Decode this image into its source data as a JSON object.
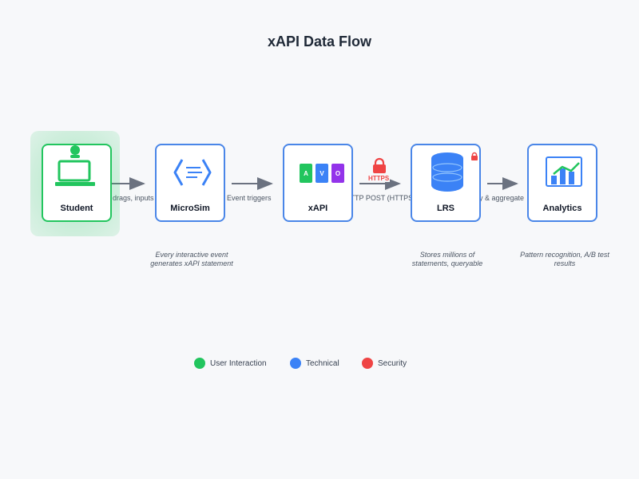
{
  "title": "xAPI Data Flow",
  "nodes": [
    {
      "label": "Student",
      "icon": "laptop-user-icon",
      "category": "User Interaction"
    },
    {
      "label": "MicroSim",
      "icon": "code-brackets-icon",
      "category": "Technical"
    },
    {
      "label": "xAPI",
      "icon": "avo-blocks-icon",
      "category": "Technical",
      "blocks": [
        "A",
        "V",
        "O"
      ]
    },
    {
      "label": "LRS",
      "icon": "database-icon",
      "category": "Technical"
    },
    {
      "label": "Analytics",
      "icon": "bar-chart-icon",
      "category": "Technical"
    }
  ],
  "edges": [
    {
      "label": "Clicks, drags, inputs"
    },
    {
      "label": "Event triggers"
    },
    {
      "label": "HTTP POST (HTTPS)",
      "badge": "HTTPS"
    },
    {
      "label": "Query & aggregate"
    }
  ],
  "notes": {
    "microsim": "Every interactive event generates xAPI statement",
    "lrs": "Stores millions of statements, queryable",
    "analytics": "Pattern recognition, A/B test results"
  },
  "legend": [
    {
      "label": "User Interaction",
      "color": "#22c55e"
    },
    {
      "label": "Technical",
      "color": "#3b82f6"
    },
    {
      "label": "Security",
      "color": "#ef4444"
    }
  ],
  "colors": {
    "user": "#22c55e",
    "technical": "#3b82f6",
    "security": "#ef4444",
    "arrow": "#6b7280"
  }
}
